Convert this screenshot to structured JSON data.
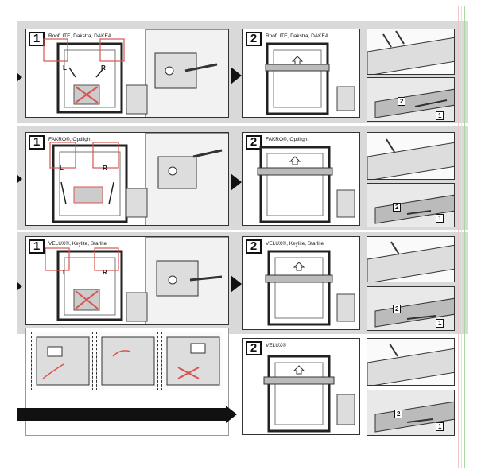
{
  "rows": [
    {
      "left_step": "1",
      "left_brand": "RoofLITE, Dakstra, DAKEA",
      "right_step": "2",
      "right_brand": "RoofLITE, Dakstra, DAKEA"
    },
    {
      "left_step": "1",
      "left_brand": "FAKRO®, Optilight",
      "right_step": "2",
      "right_brand": "FAKRO®, Optilight"
    },
    {
      "left_step": "1",
      "left_brand": "VELUX®, Keylite, Starlite",
      "right_step": "2",
      "right_brand": "VELUX®, Keylite, Starlite"
    },
    {
      "right_step": "2",
      "right_brand": "VELUX®"
    }
  ],
  "side_labels": {
    "left": "L",
    "right": "R"
  },
  "callouts": {
    "first": "1",
    "second": "2"
  },
  "colors": {
    "band": "#d9d9d9",
    "highlight": "#d9534f",
    "ink": "#111111"
  },
  "stripe_colors": [
    "#f3c6c6",
    "#f7e39a",
    "#a6d8a6",
    "#9fc4ea"
  ]
}
